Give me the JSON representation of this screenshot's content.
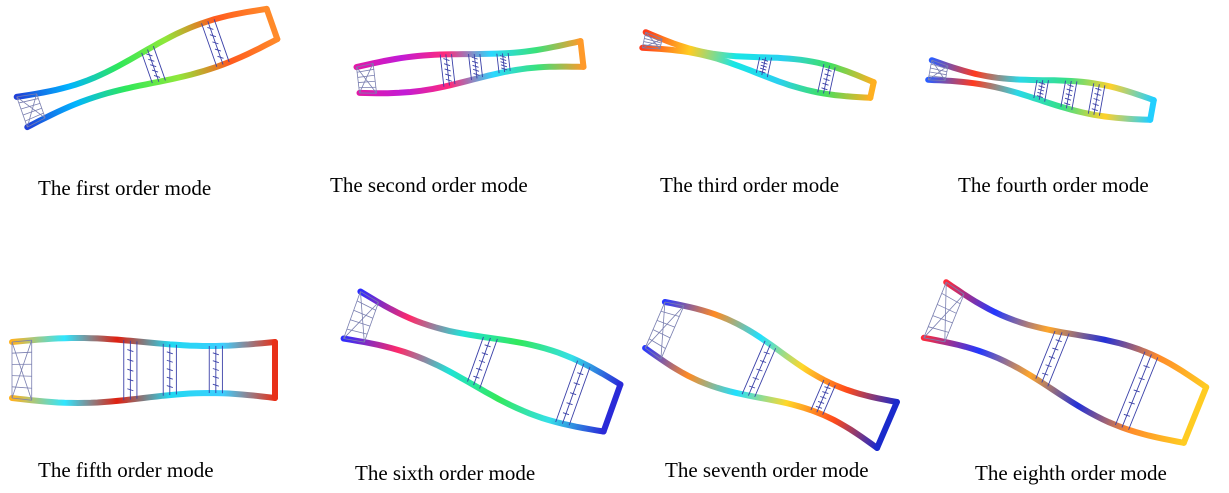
{
  "figure": {
    "modes": [
      {
        "caption": "The first order mode",
        "colors": [
          "#1f3fd8",
          "#00b4ff",
          "#2ee85a",
          "#8fe83a",
          "#ff5a1e",
          "#ff8a2a"
        ]
      },
      {
        "caption": "The second order mode",
        "colors": [
          "#e11aa8",
          "#c21bd6",
          "#ff2a7a",
          "#2ad8ff",
          "#39e27a",
          "#ff9a2a"
        ]
      },
      {
        "caption": "The third order mode",
        "colors": [
          "#ff3a1a",
          "#ffcc22",
          "#18e6e6",
          "#2ad0f0",
          "#40e060",
          "#ffb020"
        ]
      },
      {
        "caption": "The fourth order mode",
        "colors": [
          "#2a5cff",
          "#ff3a1e",
          "#29d9e8",
          "#35e08a",
          "#ffd12a",
          "#22cfff"
        ]
      },
      {
        "caption": "The fifth order mode",
        "colors": [
          "#ffb21e",
          "#2fe6ff",
          "#e02010",
          "#21d8f0",
          "#3ccfff",
          "#e83018"
        ]
      },
      {
        "caption": "The sixth order mode",
        "colors": [
          "#2c2cff",
          "#ff2a6a",
          "#1fe3d8",
          "#33e85c",
          "#35e0e8",
          "#2a2ad8"
        ]
      },
      {
        "caption": "The seventh order mode",
        "colors": [
          "#2a3aff",
          "#ff8a22",
          "#1fe0ff",
          "#ffd82a",
          "#ff4a1a",
          "#1a2acc"
        ]
      },
      {
        "caption": "The eighth order mode",
        "colors": [
          "#ff2a3a",
          "#2238ff",
          "#ffa62a",
          "#2230d8",
          "#ff8a2a",
          "#ffcc22"
        ]
      }
    ]
  }
}
